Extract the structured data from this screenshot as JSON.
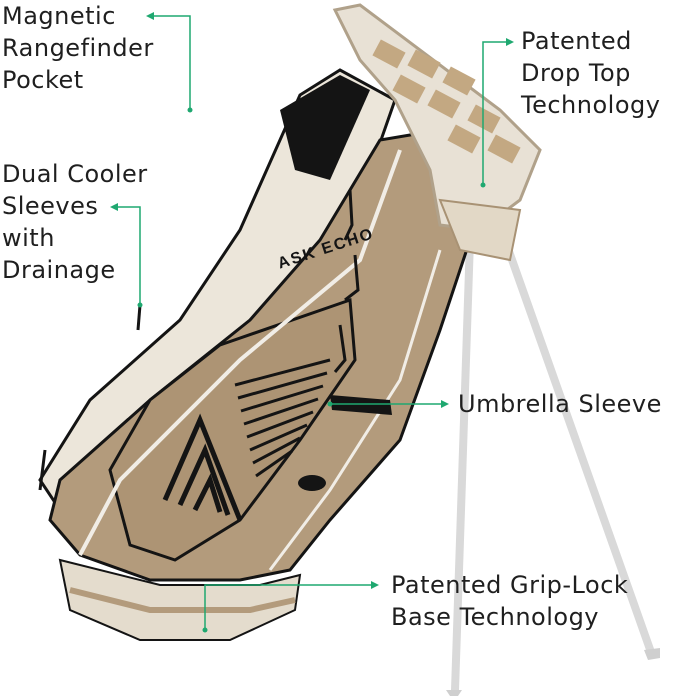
{
  "accent_color": "#1fa870",
  "bag_colors": {
    "khaki": "#b39b7c",
    "cream": "#ede7dc",
    "black": "#141414",
    "leg": "#dcdcdc"
  },
  "logo_text": "ASK ECHO",
  "callouts": [
    {
      "id": "rangefinder",
      "lines": [
        "Magnetic",
        "Rangefinder",
        "Pocket"
      ]
    },
    {
      "id": "cooler",
      "lines": [
        "Dual Cooler",
        "Sleeves",
        "with",
        "Drainage"
      ]
    },
    {
      "id": "droptop",
      "lines": [
        "Patented",
        "Drop Top",
        "Technology"
      ]
    },
    {
      "id": "umbrella",
      "lines": [
        "Umbrella Sleeve"
      ]
    },
    {
      "id": "base",
      "lines": [
        "Patented Grip-Lock",
        "Base Technology"
      ]
    }
  ]
}
